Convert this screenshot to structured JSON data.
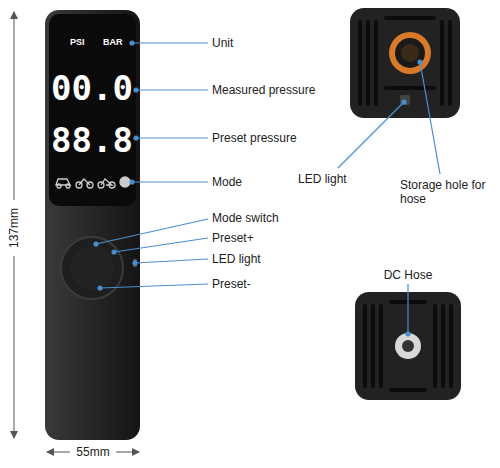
{
  "diagram": {
    "labels": [
      "137mm",
      "55mm",
      "PSI",
      "BAR",
      "00.0",
      "88.8",
      "Unit",
      "Measured pressure",
      "Preset pressure",
      "Mode",
      "Mode switch",
      "Preset+",
      "LED light",
      "Preset-",
      "LED light",
      "Storage hole for hose",
      "DC Hose"
    ]
  }
}
